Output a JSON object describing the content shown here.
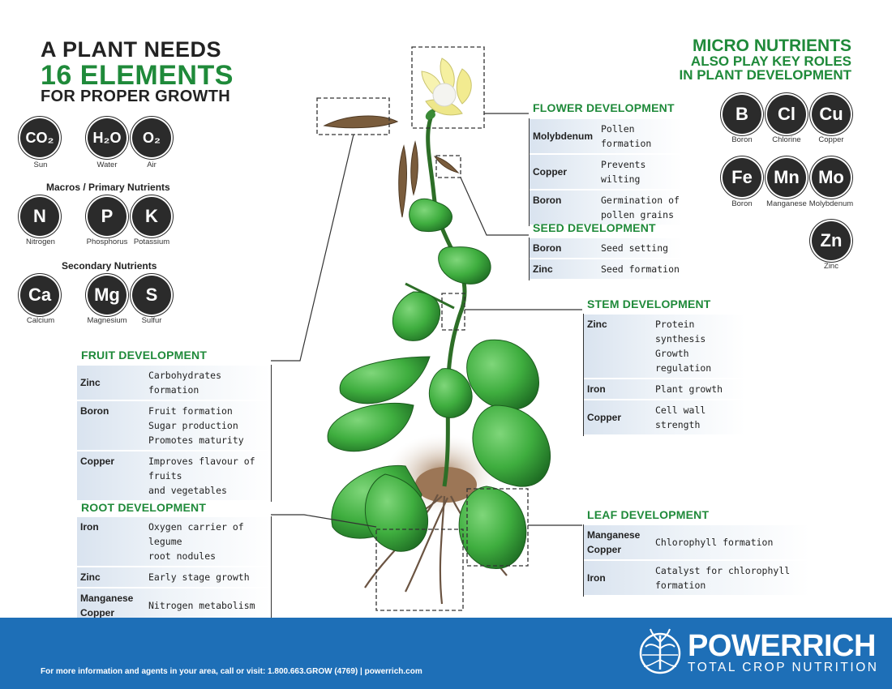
{
  "header": {
    "title_line1": "A PLANT NEEDS",
    "title_line2": "16 ELEMENTS",
    "title_line3": "FOR PROPER GROWTH"
  },
  "basic_elements": [
    {
      "symbol": "CO₂",
      "label": "Sun"
    },
    {
      "symbol": "H₂O",
      "label": "Water"
    },
    {
      "symbol": "O₂",
      "label": "Air"
    }
  ],
  "macros": {
    "heading": "Macros / Primary Nutrients",
    "items": [
      {
        "symbol": "N",
        "label": "Nitrogen"
      },
      {
        "symbol": "P",
        "label": "Phosphorus"
      },
      {
        "symbol": "K",
        "label": "Potassium"
      }
    ]
  },
  "secondary": {
    "heading": "Secondary Nutrients",
    "items": [
      {
        "symbol": "Ca",
        "label": "Calcium"
      },
      {
        "symbol": "Mg",
        "label": "Magnesium"
      },
      {
        "symbol": "S",
        "label": "Sulfur"
      }
    ]
  },
  "micro": {
    "title_line1": "MICRO NUTRIENTS",
    "title_line2": "ALSO PLAY KEY ROLES",
    "title_line3": "IN PLANT DEVELOPMENT",
    "items": [
      {
        "symbol": "B",
        "label": "Boron"
      },
      {
        "symbol": "Cl",
        "label": "Chlorine"
      },
      {
        "symbol": "Cu",
        "label": "Copper"
      },
      {
        "symbol": "Fe",
        "label": "Boron"
      },
      {
        "symbol": "Mn",
        "label": "Manganese"
      },
      {
        "symbol": "Mo",
        "label": "Molybdenum"
      },
      {
        "symbol": "Zn",
        "label": "Zinc"
      }
    ]
  },
  "flower": {
    "title": "FLOWER DEVELOPMENT",
    "rows": [
      {
        "element": "Molybdenum",
        "effect": "Pollen formation"
      },
      {
        "element": "Copper",
        "effect": "Prevents wilting"
      },
      {
        "element": "Boron",
        "effect": "Germination of\npollen grains"
      }
    ]
  },
  "seed": {
    "title": "SEED DEVELOPMENT",
    "rows": [
      {
        "element": "Boron",
        "effect": "Seed setting"
      },
      {
        "element": "Zinc",
        "effect": "Seed formation"
      }
    ]
  },
  "stem": {
    "title": "STEM DEVELOPMENT",
    "rows": [
      {
        "element": "Zinc",
        "effect": "Protein synthesis\nGrowth regulation"
      },
      {
        "element": "Iron",
        "effect": "Plant growth"
      },
      {
        "element": "Copper",
        "effect": "Cell wall strength"
      }
    ]
  },
  "fruit": {
    "title": "FRUIT DEVELOPMENT",
    "rows": [
      {
        "element": "Zinc",
        "effect": "Carbohydrates formation"
      },
      {
        "element": "Boron",
        "effect": "Fruit formation\nSugar production\nPromotes maturity"
      },
      {
        "element": "Copper",
        "effect": "Improves flavour of fruits\nand vegetables"
      }
    ]
  },
  "root": {
    "title": "ROOT DEVELOPMENT",
    "rows": [
      {
        "element": "Iron",
        "effect": "Oxygen carrier of legume\nroot nodules"
      },
      {
        "element": "Zinc",
        "effect": "Early stage growth"
      },
      {
        "element": "Manganese\nCopper",
        "effect": "Nitrogen metabolism"
      }
    ]
  },
  "leaf": {
    "title": "LEAF DEVELOPMENT",
    "rows": [
      {
        "element": "Manganese\nCopper",
        "effect": "Chlorophyll formation"
      },
      {
        "element": "Iron",
        "effect": "Catalyst for chlorophyll formation"
      }
    ]
  },
  "footer": {
    "info_text": "For more information and agents in your area, call or visit: 1.800.663.GROW (4769)  |  powerrich.com",
    "brand_name": "POWERRICH",
    "brand_tagline": "TOTAL CROP NUTRITION"
  },
  "colors": {
    "accent_green": "#1f8a3a",
    "footer_blue": "#1e6fb7",
    "circle_dark": "#2b2b2b"
  }
}
